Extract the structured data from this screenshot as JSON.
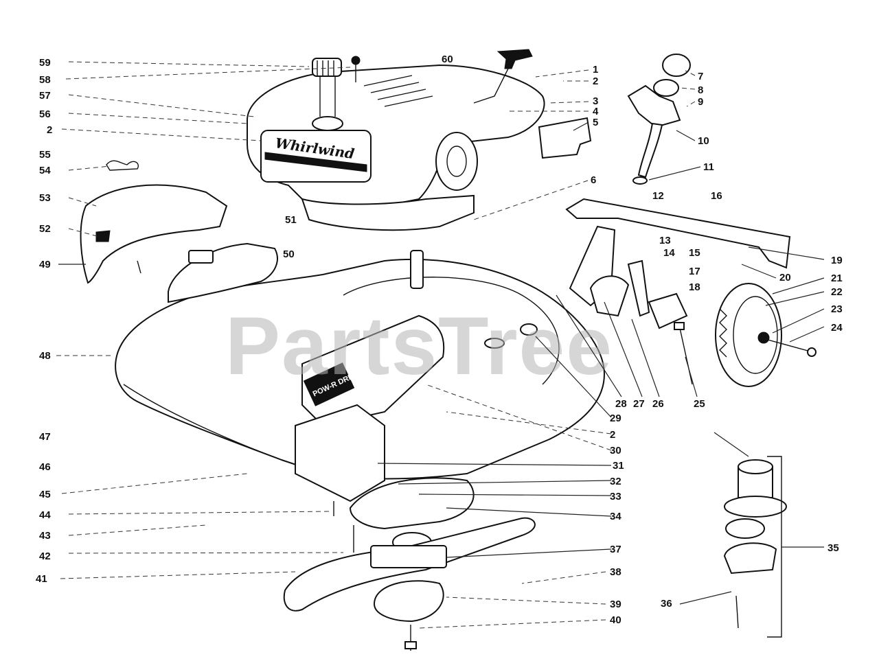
{
  "watermark": "PartsTree",
  "decals": {
    "engine_brand": "Whirlwind",
    "drive_cover": "POW-R DRIV"
  },
  "callouts": [
    {
      "id": "1",
      "text": "1"
    },
    {
      "id": "2a",
      "text": "2"
    },
    {
      "id": "3",
      "text": "3"
    },
    {
      "id": "4",
      "text": "4"
    },
    {
      "id": "5",
      "text": "5"
    },
    {
      "id": "6",
      "text": "6"
    },
    {
      "id": "7",
      "text": "7"
    },
    {
      "id": "8",
      "text": "8"
    },
    {
      "id": "9",
      "text": "9"
    },
    {
      "id": "10",
      "text": "10"
    },
    {
      "id": "11",
      "text": "11"
    },
    {
      "id": "12",
      "text": "12"
    },
    {
      "id": "13",
      "text": "13"
    },
    {
      "id": "14",
      "text": "14"
    },
    {
      "id": "15",
      "text": "15"
    },
    {
      "id": "16",
      "text": "16"
    },
    {
      "id": "17",
      "text": "17"
    },
    {
      "id": "18",
      "text": "18"
    },
    {
      "id": "19",
      "text": "19"
    },
    {
      "id": "20",
      "text": "20"
    },
    {
      "id": "21",
      "text": "21"
    },
    {
      "id": "22",
      "text": "22"
    },
    {
      "id": "23",
      "text": "23"
    },
    {
      "id": "24",
      "text": "24"
    },
    {
      "id": "25",
      "text": "25"
    },
    {
      "id": "26",
      "text": "26"
    },
    {
      "id": "27",
      "text": "27"
    },
    {
      "id": "28",
      "text": "28"
    },
    {
      "id": "29",
      "text": "29"
    },
    {
      "id": "2b",
      "text": "2"
    },
    {
      "id": "30",
      "text": "30"
    },
    {
      "id": "31",
      "text": "31"
    },
    {
      "id": "32",
      "text": "32"
    },
    {
      "id": "33",
      "text": "33"
    },
    {
      "id": "34",
      "text": "34"
    },
    {
      "id": "35",
      "text": "35"
    },
    {
      "id": "36",
      "text": "36"
    },
    {
      "id": "37",
      "text": "37"
    },
    {
      "id": "38",
      "text": "38"
    },
    {
      "id": "39",
      "text": "39"
    },
    {
      "id": "40",
      "text": "40"
    },
    {
      "id": "41",
      "text": "41"
    },
    {
      "id": "42",
      "text": "42"
    },
    {
      "id": "43",
      "text": "43"
    },
    {
      "id": "44",
      "text": "44"
    },
    {
      "id": "45",
      "text": "45"
    },
    {
      "id": "46",
      "text": "46"
    },
    {
      "id": "47",
      "text": "47"
    },
    {
      "id": "48",
      "text": "48"
    },
    {
      "id": "49",
      "text": "49"
    },
    {
      "id": "50",
      "text": "50"
    },
    {
      "id": "51",
      "text": "51"
    },
    {
      "id": "52",
      "text": "52"
    },
    {
      "id": "53",
      "text": "53"
    },
    {
      "id": "54",
      "text": "54"
    },
    {
      "id": "55",
      "text": "55"
    },
    {
      "id": "2c",
      "text": "2"
    },
    {
      "id": "56",
      "text": "56"
    },
    {
      "id": "57",
      "text": "57"
    },
    {
      "id": "58",
      "text": "58"
    },
    {
      "id": "59",
      "text": "59"
    },
    {
      "id": "60",
      "text": "60"
    }
  ]
}
